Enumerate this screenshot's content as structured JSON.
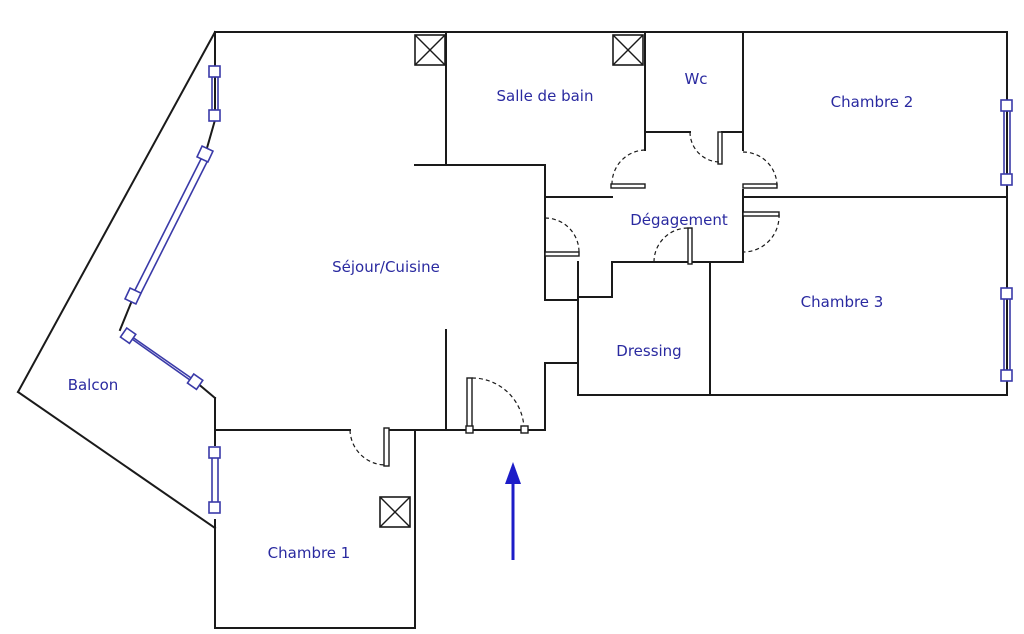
{
  "plan": {
    "rooms": [
      {
        "id": "sejour",
        "label": "Séjour/Cuisine"
      },
      {
        "id": "salle-de-bain",
        "label": "Salle de bain"
      },
      {
        "id": "wc",
        "label": "Wc"
      },
      {
        "id": "chambre-2",
        "label": "Chambre 2"
      },
      {
        "id": "degagement",
        "label": "Dégagement"
      },
      {
        "id": "chambre-3",
        "label": "Chambre 3"
      },
      {
        "id": "dressing",
        "label": "Dressing"
      },
      {
        "id": "balcon",
        "label": "Balcon"
      },
      {
        "id": "chambre-1",
        "label": "Chambre 1"
      }
    ],
    "colors": {
      "wall": "#1a1a1a",
      "label": "#2a2aa0",
      "window": "#3a3aa8",
      "entry_arrow": "#1c1cc8"
    },
    "icons": {
      "entry": "entry-arrow-icon",
      "duct": "ventilation-duct-icon",
      "window": "window-icon",
      "door": "door-icon"
    }
  }
}
